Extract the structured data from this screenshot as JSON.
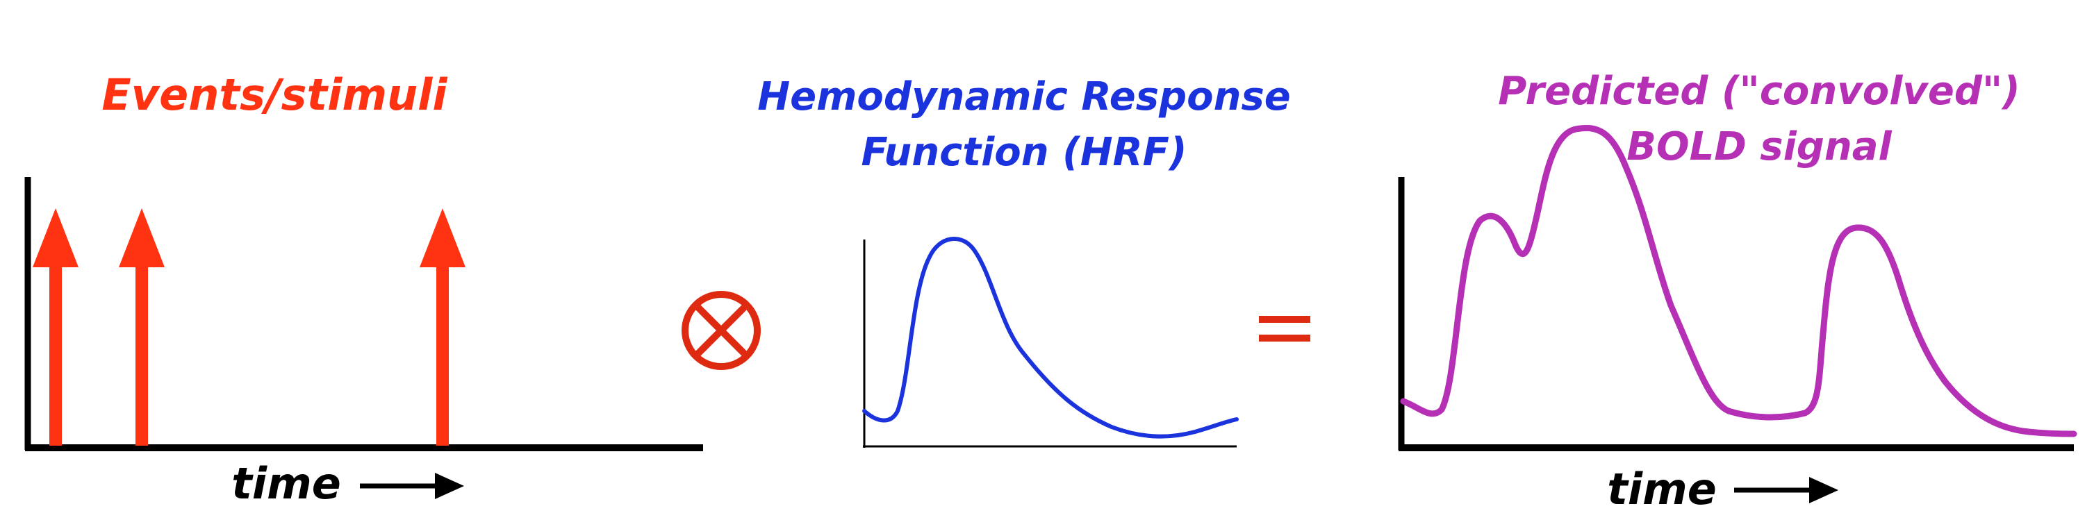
{
  "panels": {
    "events": {
      "title": "Events/stimuli",
      "axis_label": "time",
      "color": "#ff3311"
    },
    "hrf": {
      "title_line1": "Hemodynamic Response",
      "title_line2": "Function (HRF)",
      "color": "#1a33dd"
    },
    "bold": {
      "title_line1": "Predicted (\"convolved\")",
      "title_line2": "BOLD signal",
      "axis_label": "time",
      "color": "#b530b5"
    }
  },
  "operators": {
    "convolve_icon": "circled-times-icon",
    "equals_icon": "equals-icon",
    "color": "#dd2a10"
  }
}
